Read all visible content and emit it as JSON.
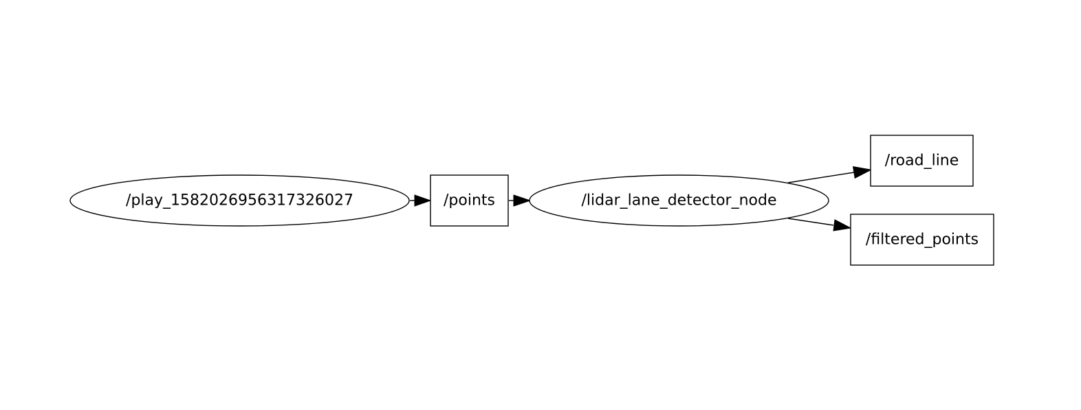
{
  "graph": {
    "nodes": {
      "play": {
        "label": "/play_1582026956317326027",
        "kind": "node"
      },
      "points": {
        "label": "/points",
        "kind": "topic"
      },
      "lidar": {
        "label": "/lidar_lane_detector_node",
        "kind": "node"
      },
      "road_line": {
        "label": "/road_line",
        "kind": "topic"
      },
      "filtered_points": {
        "label": "/filtered_points",
        "kind": "topic"
      }
    },
    "edges": [
      {
        "from": "play",
        "to": "points"
      },
      {
        "from": "points",
        "to": "lidar"
      },
      {
        "from": "lidar",
        "to": "road_line"
      },
      {
        "from": "lidar",
        "to": "filtered_points"
      }
    ],
    "colors": {
      "stroke": "#000000",
      "fill": "#ffffff"
    }
  }
}
